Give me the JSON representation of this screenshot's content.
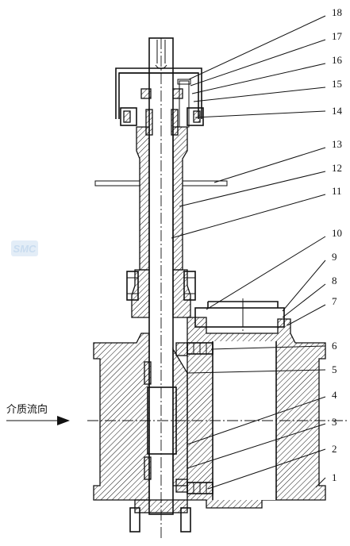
{
  "callouts": [
    "1",
    "2",
    "3",
    "4",
    "5",
    "6",
    "7",
    "8",
    "9",
    "10",
    "11",
    "12",
    "13",
    "14",
    "15",
    "16",
    "17",
    "18"
  ],
  "flow_direction_label": "介质流向",
  "logo_text": "SMC"
}
